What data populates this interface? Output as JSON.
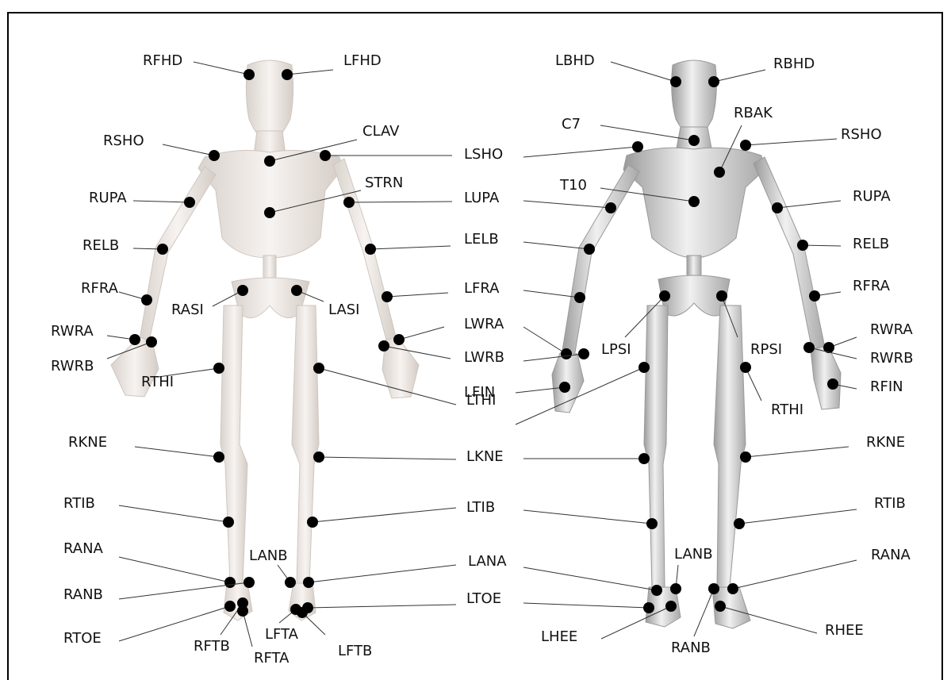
{
  "front_view": {
    "markers": [
      {
        "id": "rfhd",
        "label": "RFHD"
      },
      {
        "id": "lfhd",
        "label": "LFHD"
      },
      {
        "id": "rsho",
        "label": "RSHO"
      },
      {
        "id": "clav",
        "label": "CLAV"
      },
      {
        "id": "lsho",
        "label": "LSHO"
      },
      {
        "id": "strn",
        "label": "STRN"
      },
      {
        "id": "rupa",
        "label": "RUPA"
      },
      {
        "id": "lupa",
        "label": "LUPA"
      },
      {
        "id": "relb",
        "label": "RELB"
      },
      {
        "id": "lelb",
        "label": "LELB"
      },
      {
        "id": "rfra",
        "label": "RFRA"
      },
      {
        "id": "rasi",
        "label": "RASI"
      },
      {
        "id": "lasi",
        "label": "LASI"
      },
      {
        "id": "lfra",
        "label": "LFRA"
      },
      {
        "id": "rwra",
        "label": "RWRA"
      },
      {
        "id": "rwrb",
        "label": "RWRB"
      },
      {
        "id": "lwra",
        "label": "LWRA"
      },
      {
        "id": "lwrb",
        "label": "LWRB"
      },
      {
        "id": "rthi",
        "label": "RTHI"
      },
      {
        "id": "lthi",
        "label": "LTHI"
      },
      {
        "id": "rkne",
        "label": "RKNE"
      },
      {
        "id": "lkne",
        "label": "LKNE"
      },
      {
        "id": "rtib",
        "label": "RTIB"
      },
      {
        "id": "ltib",
        "label": "LTIB"
      },
      {
        "id": "rana",
        "label": "RANA"
      },
      {
        "id": "lanb",
        "label": "LANB"
      },
      {
        "id": "lana",
        "label": "LANA"
      },
      {
        "id": "ranb",
        "label": "RANB"
      },
      {
        "id": "ltoe",
        "label": "LTOE"
      },
      {
        "id": "rtoe",
        "label": "RTOE"
      },
      {
        "id": "rftb",
        "label": "RFTB"
      },
      {
        "id": "rfta",
        "label": "RFTA"
      },
      {
        "id": "lfta",
        "label": "LFTA"
      },
      {
        "id": "lftb",
        "label": "LFTB"
      }
    ]
  },
  "back_view": {
    "markers": [
      {
        "id": "lbhd",
        "label": "LBHD"
      },
      {
        "id": "rbhd",
        "label": "RBHD"
      },
      {
        "id": "c7",
        "label": "C7"
      },
      {
        "id": "rbak",
        "label": "RBAK"
      },
      {
        "id": "rsho",
        "label": "RSHO"
      },
      {
        "id": "t10",
        "label": "T10"
      },
      {
        "id": "rupa",
        "label": "RUPA"
      },
      {
        "id": "relb",
        "label": "RELB"
      },
      {
        "id": "rfra",
        "label": "RFRA"
      },
      {
        "id": "lpsi",
        "label": "LPSI"
      },
      {
        "id": "rpsi",
        "label": "RPSI"
      },
      {
        "id": "rwra",
        "label": "RWRA"
      },
      {
        "id": "rwrb",
        "label": "RWRB"
      },
      {
        "id": "rfin",
        "label": "RFIN"
      },
      {
        "id": "lfin",
        "label": "LFIN"
      },
      {
        "id": "rthi",
        "label": "RTHI"
      },
      {
        "id": "rkne",
        "label": "RKNE"
      },
      {
        "id": "rtib",
        "label": "RTIB"
      },
      {
        "id": "lanb",
        "label": "LANB"
      },
      {
        "id": "rana",
        "label": "RANA"
      },
      {
        "id": "lhee",
        "label": "LHEE"
      },
      {
        "id": "ranb",
        "label": "RANB"
      },
      {
        "id": "rhee",
        "label": "RHEE"
      }
    ]
  },
  "colors": {
    "front_body": "#f1ece8",
    "back_body": "#c9c9c9",
    "marker": "#000000",
    "leader": "#333333"
  }
}
